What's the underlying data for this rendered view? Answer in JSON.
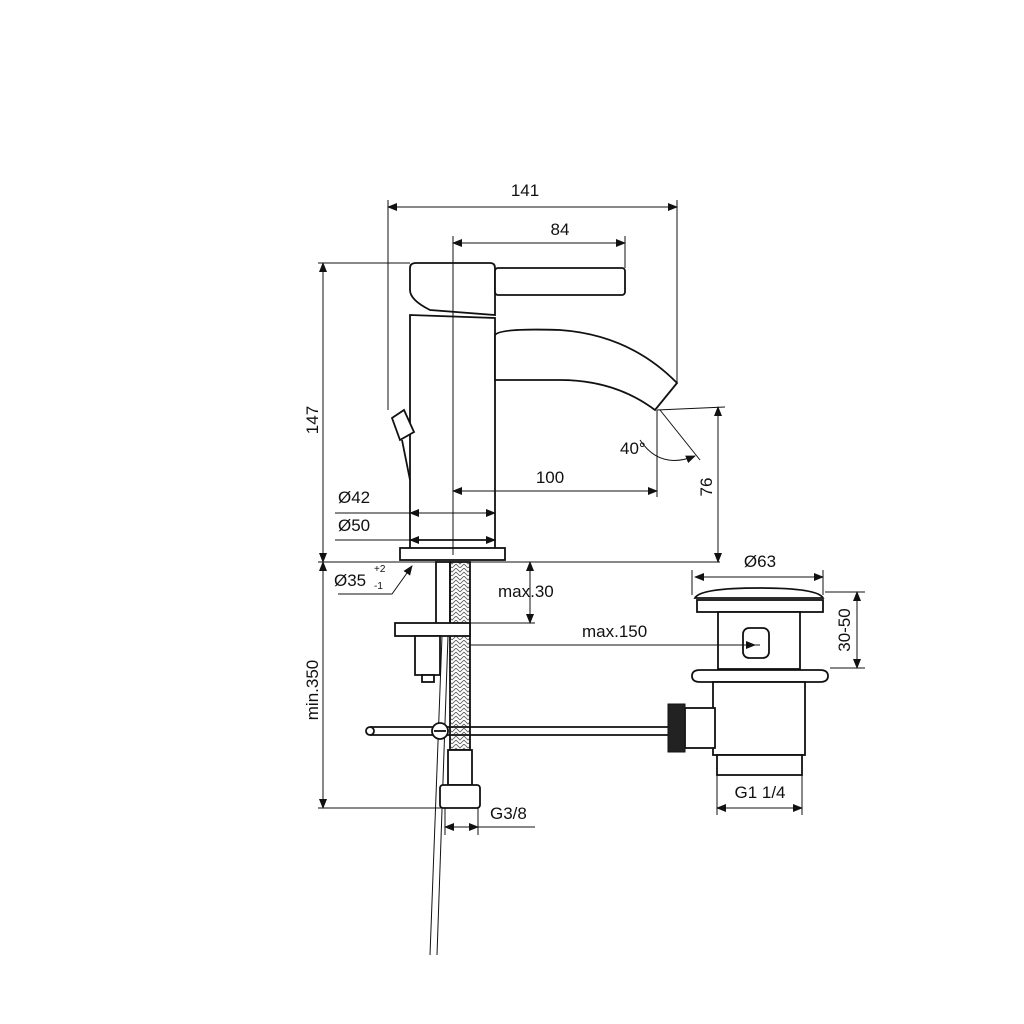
{
  "drawing": {
    "type": "technical drawing - basin mixer with pop-up waste",
    "dimensions": {
      "overall_width": "141",
      "lever_length": "84",
      "height": "147",
      "spout_reach": "100",
      "spout_height": "76",
      "spout_angle": "40°",
      "body_diameter": "Ø42",
      "base_diameter": "Ø50",
      "hole_diameter": "Ø35",
      "hole_tol_plus": "+2",
      "hole_tol_minus": "-1",
      "max_thickness": "max.30",
      "max_rod": "max.150",
      "min_hose": "min.350",
      "hose_thread": "G3/8",
      "waste_diameter": "Ø63",
      "waste_range": "30-50",
      "waste_thread": "G1 1/4"
    }
  }
}
